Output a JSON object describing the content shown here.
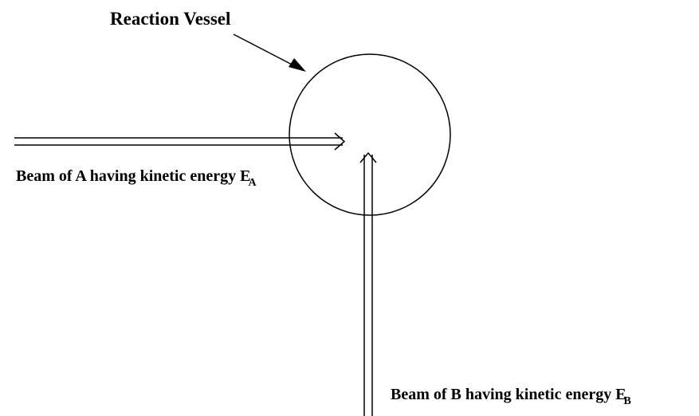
{
  "vessel_label": "Reaction Vessel",
  "beam_a": {
    "text": "Beam of A having kinetic energy E",
    "subscript": "A"
  },
  "beam_b": {
    "text": "Beam of B having kinetic energy E",
    "subscript": "B"
  },
  "colors": {
    "stroke": "#000000",
    "background": "#ffffff"
  }
}
